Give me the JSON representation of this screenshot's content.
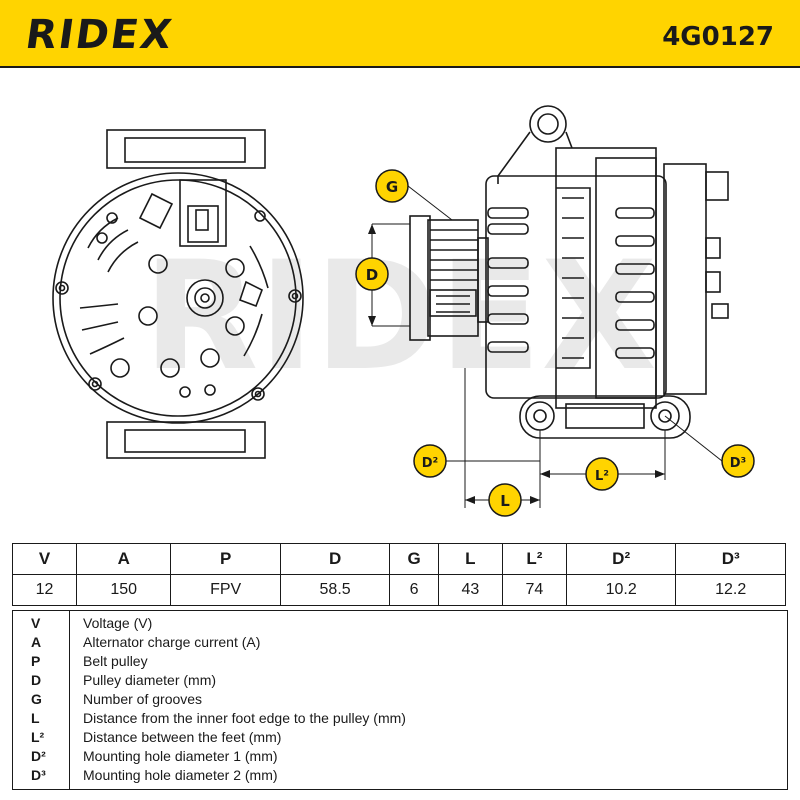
{
  "header": {
    "brand": "RIDEX",
    "part_number": "4G0127"
  },
  "colors": {
    "accent": "#ffd400",
    "ink": "#1a1a1a",
    "watermark": "#e6e6e6"
  },
  "drawing": {
    "watermark": "RIDEX",
    "callouts": {
      "g": "G",
      "d": "D",
      "d2": "D²",
      "d3": "D³",
      "l": "L",
      "l2": "L²"
    }
  },
  "specs": {
    "headers": [
      "V",
      "A",
      "P",
      "D",
      "G",
      "L",
      "L²",
      "D²",
      "D³"
    ],
    "values": [
      "12",
      "150",
      "FPV",
      "58.5",
      "6",
      "43",
      "74",
      "10.2",
      "12.2"
    ]
  },
  "legend": [
    {
      "key": "V",
      "desc": "Voltage (V)"
    },
    {
      "key": "A",
      "desc": "Alternator charge current (A)"
    },
    {
      "key": "P",
      "desc": "Belt pulley"
    },
    {
      "key": "D",
      "desc": "Pulley diameter (mm)"
    },
    {
      "key": "G",
      "desc": "Number of grooves"
    },
    {
      "key": "L",
      "desc": "Distance from the inner foot edge to the pulley (mm)"
    },
    {
      "key": "L²",
      "desc": "Distance between the feet (mm)"
    },
    {
      "key": "D²",
      "desc": "Mounting hole diameter 1 (mm)"
    },
    {
      "key": "D³",
      "desc": "Mounting hole diameter 2 (mm)"
    }
  ]
}
